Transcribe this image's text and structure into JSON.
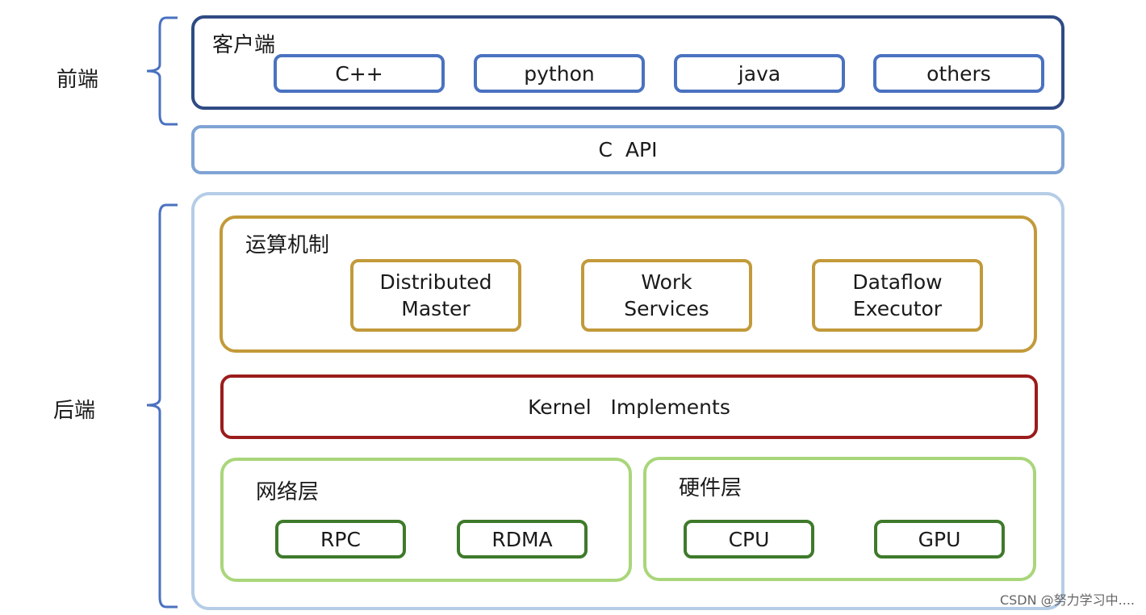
{
  "side_labels": {
    "frontend": "前端",
    "backend": "后端"
  },
  "client": {
    "title": "客户端",
    "languages": [
      "C++",
      "python",
      "java",
      "others"
    ]
  },
  "capi": {
    "label": "C  API"
  },
  "compute": {
    "title": "运算机制",
    "items": [
      "Distributed\nMaster",
      "Work\nServices",
      "Dataflow\nExecutor"
    ]
  },
  "kernel": {
    "label": "Kernel   Implements"
  },
  "network": {
    "title": "网络层",
    "items": [
      "RPC",
      "RDMA"
    ]
  },
  "hardware": {
    "title": "硬件层",
    "items": [
      "CPU",
      "GPU"
    ]
  },
  "watermark": "CSDN @努力学习中....",
  "colors": {
    "client_border": "#2f4b84",
    "lang_border": "#4a72c0",
    "capi_border": "#7fa3d4",
    "backend_border": "#b5cde6",
    "compute_border": "#c29a3a",
    "kernel_border": "#9b1c1c",
    "layer_border": "#a9d67a",
    "layer_item_border": "#3e7a2b",
    "brace": "#4a72c0"
  }
}
